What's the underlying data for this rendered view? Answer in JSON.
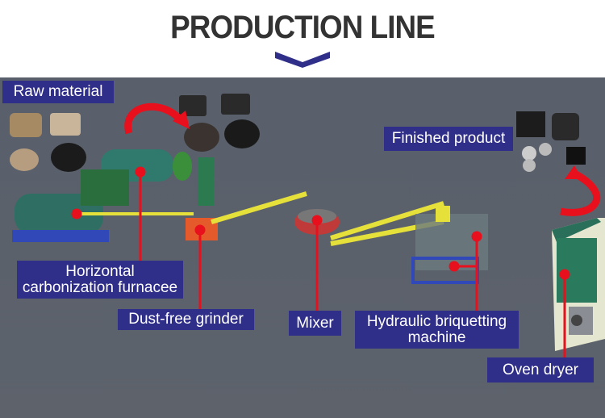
{
  "title": "PRODUCTION LINE",
  "labels": {
    "raw_material": "Raw material",
    "finished_product": "Finished product",
    "furnace_line1": "Horizontal",
    "furnace_line2": "carbonization furnacee",
    "grinder": "Dust-free grinder",
    "mixer": "Mixer",
    "briquetting_line1": "Hydraulic briquetting",
    "briquetting_line2": "machine",
    "oven_dryer": "Oven dryer"
  },
  "colors": {
    "label_bg": "#2f2e88",
    "pointer": "#e8101c",
    "accent_chevron": "#2f2e88",
    "background": "#59606b"
  }
}
